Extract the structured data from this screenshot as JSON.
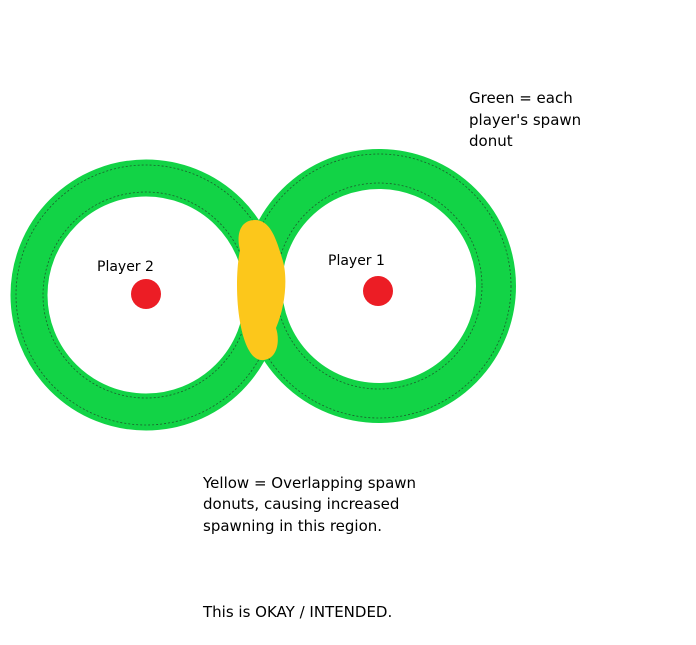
{
  "labels": {
    "player1": "Player 1",
    "player2": "Player 2"
  },
  "legend": {
    "green": "Green = each player's spawn donut",
    "yellow_line1": "Yellow = Overlapping spawn donuts, causing increased spawning in this region.",
    "yellow_line2": "This is OKAY / INTENDED."
  },
  "colors": {
    "donut": "#12d346",
    "overlap": "#fcc71b",
    "player": "#ec1d25",
    "background": "#ffffff"
  }
}
